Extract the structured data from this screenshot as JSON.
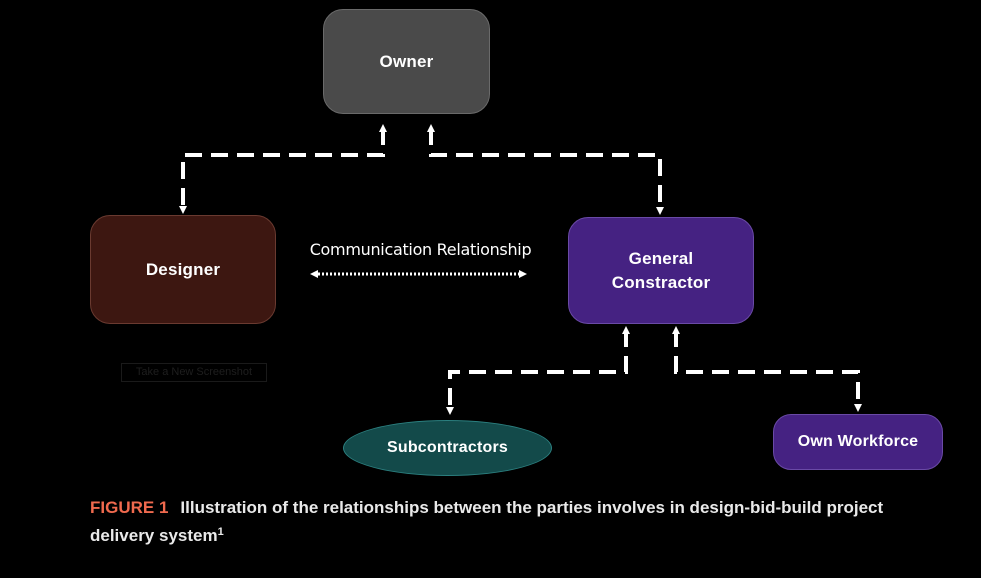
{
  "diagram": {
    "nodes": {
      "owner": {
        "label": "Owner",
        "color": "#4a4a4a"
      },
      "designer": {
        "label": "Designer",
        "color": "#3d1711"
      },
      "general_contractor": {
        "label": "General\nConstractor",
        "color": "#452282"
      },
      "subcontractors": {
        "label": "Subcontractors",
        "color": "#134a4a"
      },
      "own_workforce": {
        "label": "Own Workforce",
        "color": "#452282"
      }
    },
    "communication_label": "Communication Relationship",
    "connector_color": "#ffffff"
  },
  "caption": {
    "label": "FIGURE 1",
    "label_color": "#f06a4e",
    "text": "Illustration of the relationships between the parties involves in design-bid-build project delivery system",
    "footnote": "1"
  },
  "overlay": {
    "screenshot_button": "Take a New Screenshot"
  }
}
